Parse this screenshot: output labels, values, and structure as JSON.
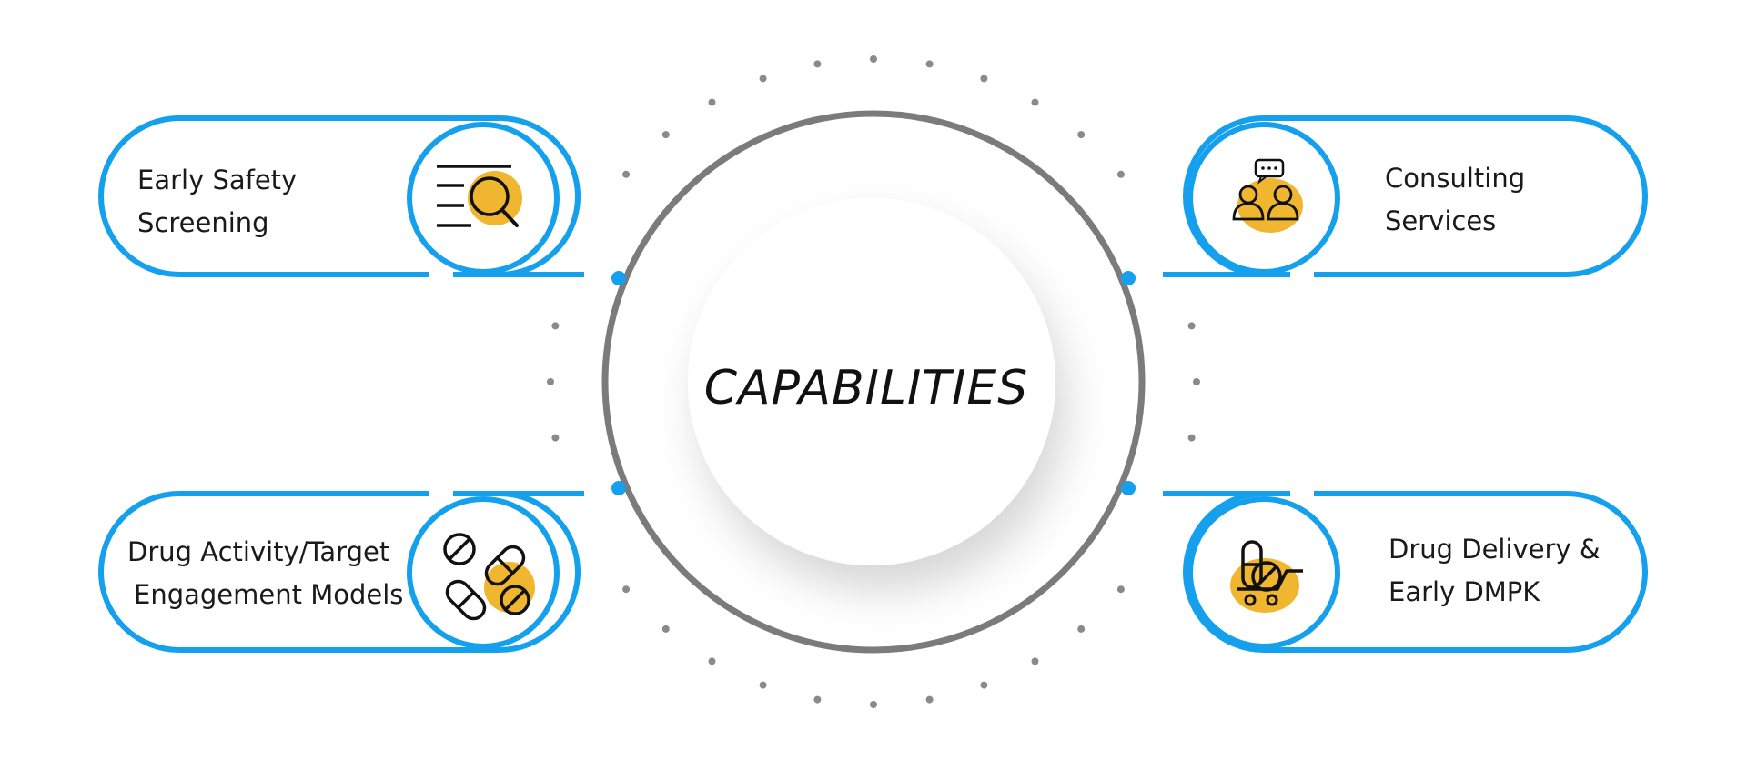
{
  "colors": {
    "accent_blue": "#14a0ec",
    "accent_yellow": "#f1b630",
    "ring_gray": "#7b7b7b",
    "dot_gray": "#8a8a8a",
    "icon_black": "#111111"
  },
  "center": {
    "title": "CAPABILITIES"
  },
  "cards": [
    {
      "id": "early-safety",
      "lines": [
        "Early Safety",
        "Screening"
      ],
      "icon": "search-document-icon"
    },
    {
      "id": "consulting",
      "lines": [
        "Consulting",
        "Services"
      ],
      "icon": "consultants-chat-icon"
    },
    {
      "id": "drug-activity",
      "lines": [
        "Drug Activity/Target",
        "Engagement Models"
      ],
      "icon": "pills-icon"
    },
    {
      "id": "drug-delivery",
      "lines": [
        "Drug Delivery &",
        "Early DMPK"
      ],
      "icon": "capsule-cart-icon"
    }
  ]
}
